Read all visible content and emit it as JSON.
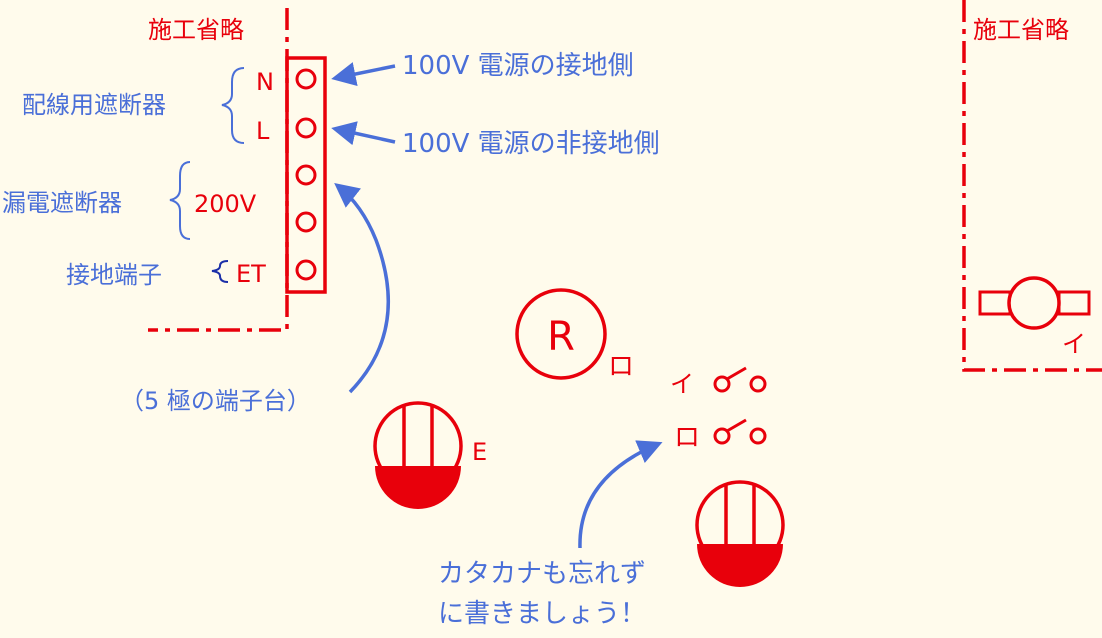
{
  "left_box": {
    "label": "施工省略"
  },
  "right_box": {
    "label": "施工省略",
    "outlet_label": "イ"
  },
  "terminal_block": {
    "terminal_labels": {
      "n": "N",
      "l": "L",
      "v200": "200V",
      "et": "ET"
    },
    "group_labels": {
      "breaker": "配線用遮断器",
      "leakage": "漏電遮断器",
      "ground": "接地端子"
    },
    "notes": {
      "ground_side": "100V 電源の接地側",
      "non_ground_side": "100V 電源の非接地側"
    },
    "caption": "（5 極の端子台）"
  },
  "receptacle_R": {
    "letter": "R",
    "label": "ロ"
  },
  "switches": [
    {
      "label": "イ"
    },
    {
      "label": "ロ"
    }
  ],
  "outlet_E": {
    "label": "E"
  },
  "note_katakana": {
    "line1": "カタカナも忘れず",
    "line2": "に書きましょう！"
  },
  "colors": {
    "red": "#e8000b",
    "blue": "#4a6fd8",
    "navy": "#1b2fa8",
    "background": "#fffbec"
  }
}
